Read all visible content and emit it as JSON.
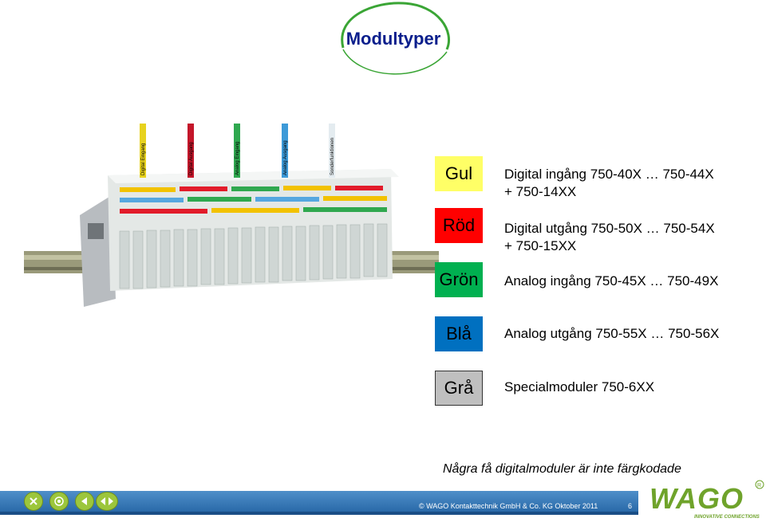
{
  "slide": {
    "title": "Modultyper",
    "note": "Några få digitalmoduler är inte färgkodade"
  },
  "legend": [
    {
      "color_name": "Gul",
      "color": "#ffff66",
      "text_line1": "Digital ingång 750-40X … 750-44X",
      "text_line2": "+ 750-14XX"
    },
    {
      "color_name": "Röd",
      "color": "#ff0000",
      "text_line1": "Digital utgång 750-50X … 750-54X",
      "text_line2": "+ 750-15XX"
    },
    {
      "color_name": "Grön",
      "color": "#00b050",
      "text_line1": "Analog ingång 750-45X … 750-49X",
      "text_line2": ""
    },
    {
      "color_name": "Blå",
      "color": "#0070c0",
      "text_line1": "Analog utgång 750-55X … 750-56X",
      "text_line2": ""
    },
    {
      "color_name": "Grå",
      "color": "#bfbfbf",
      "text_line1": "Specialmoduler 750-6XX",
      "text_line2": ""
    }
  ],
  "product_labels": [
    "Digital Eingang",
    "Digital Ausgang",
    "Analog Eingang",
    "Analog Ausgang",
    "Sonderfunktionen"
  ],
  "footer": {
    "copyright": "© WAGO Kontakttechnik GmbH & Co. KG   Oktober 2011",
    "page_number": "6",
    "logo_tagline": "INNOVATIVE CONNECTIONS",
    "logo_text": "WAGO"
  },
  "nav_icons": [
    "close-icon",
    "home-icon",
    "back-icon",
    "prev-icon",
    "next-icon"
  ]
}
